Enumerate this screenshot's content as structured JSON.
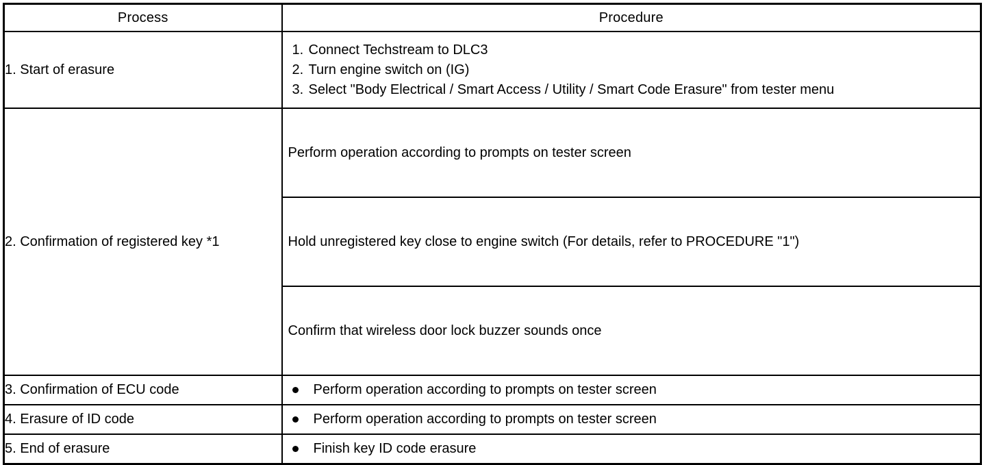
{
  "table": {
    "headers": {
      "process": "Process",
      "procedure": "Procedure"
    },
    "rows": [
      {
        "process": "1. Start of erasure",
        "procedure_type": "numbered",
        "items": [
          {
            "num": "1.",
            "text": "Connect Techstream to DLC3"
          },
          {
            "num": "2.",
            "text": "Turn engine switch on (IG)"
          },
          {
            "num": "3.",
            "text": "Select \"Body Electrical / Smart Access / Utility / Smart Code Erasure\" from tester menu"
          }
        ]
      },
      {
        "process": "2. Confirmation of registered key *1",
        "procedure_type": "stacked",
        "items": [
          {
            "text": "Perform operation according to prompts on tester screen"
          },
          {
            "text": "Hold unregistered key close to engine switch (For details, refer to PROCEDURE \"1\")"
          },
          {
            "text": "Confirm that wireless door lock buzzer sounds once"
          }
        ]
      },
      {
        "process": "3. Confirmation of ECU code",
        "procedure_type": "bullet",
        "items": [
          {
            "text": "Perform operation according to prompts on tester screen"
          }
        ]
      },
      {
        "process": "4. Erasure of ID code",
        "procedure_type": "bullet",
        "items": [
          {
            "text": "Perform operation according to prompts on tester screen"
          }
        ]
      },
      {
        "process": "5. End of erasure",
        "procedure_type": "bullet",
        "items": [
          {
            "text": "Finish key ID code erasure"
          }
        ]
      }
    ]
  },
  "colors": {
    "border": "#000000",
    "text": "#000000",
    "background": "#ffffff"
  }
}
